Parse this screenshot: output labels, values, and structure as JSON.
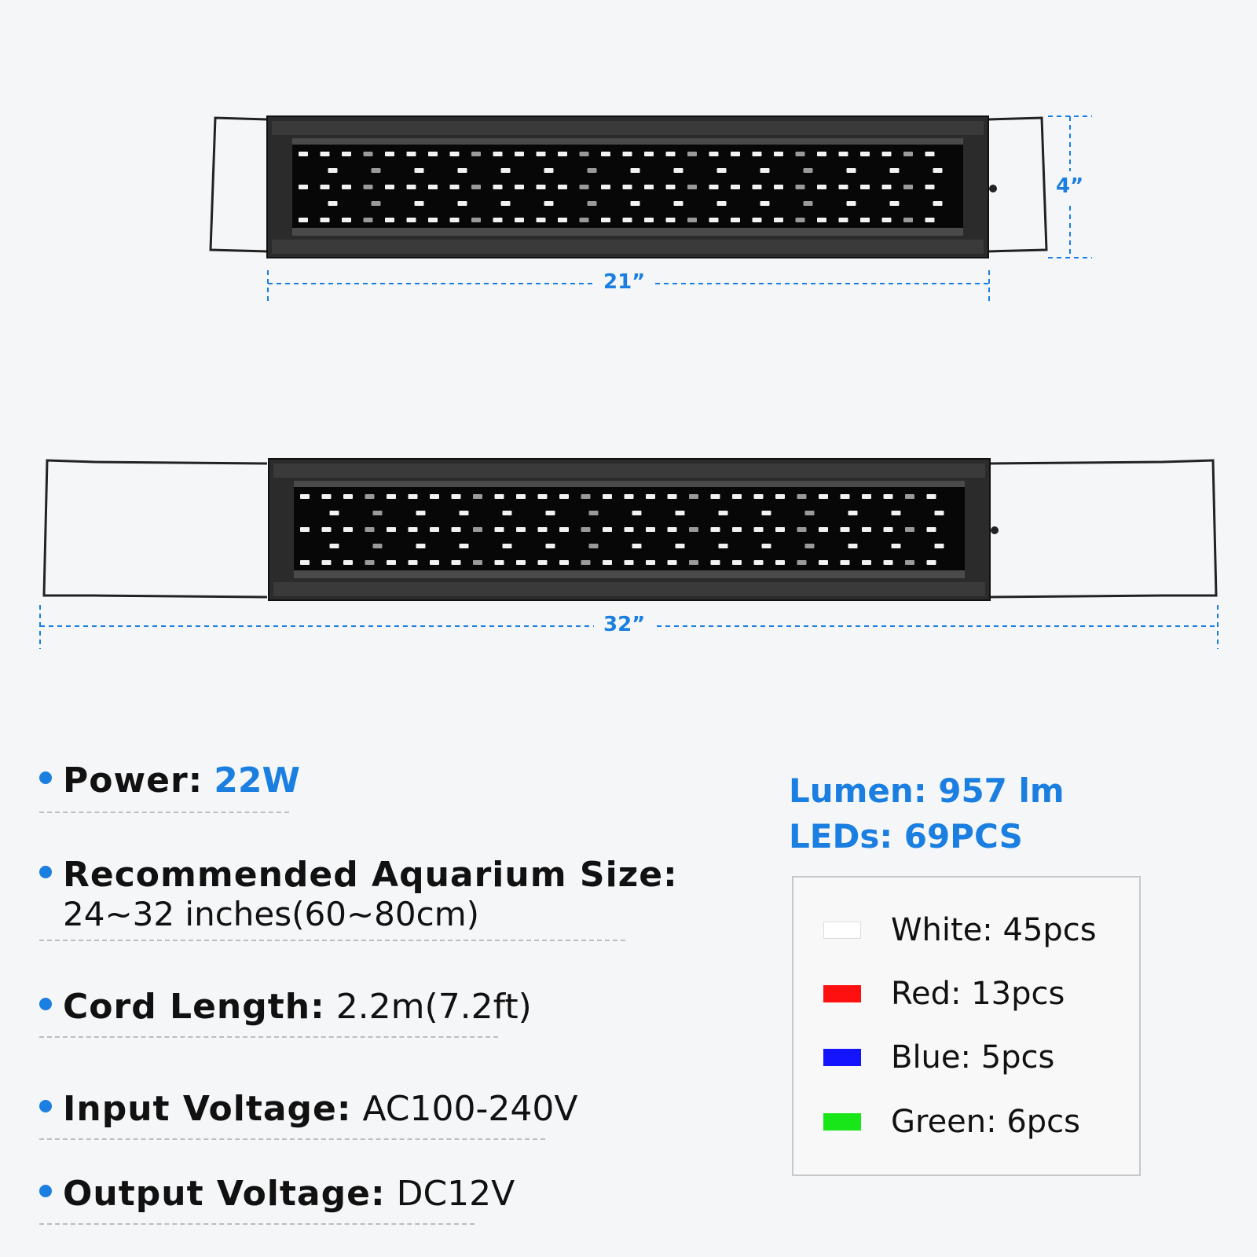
{
  "dimensions": {
    "short_width": "21”",
    "height": "4”",
    "extended_width": "32”"
  },
  "specs": [
    {
      "key": "Power:",
      "value": "22W",
      "value_color": "#1a7fe0"
    },
    {
      "key": "Recommended Aquarium Size:",
      "value": "24~32 inches(60~80cm)"
    },
    {
      "key": "Cord Length:",
      "value": "2.2m(7.2ft)"
    },
    {
      "key": "Input Voltage:",
      "value": "AC100-240V"
    },
    {
      "key": "Output Voltage:",
      "value": "DC12V"
    }
  ],
  "summary": {
    "lumen": "Lumen: 957 lm",
    "leds": "LEDs: 69PCS"
  },
  "legend": [
    {
      "label": "White: 45pcs",
      "color": "#ffffff"
    },
    {
      "label": "Red: 13pcs",
      "color": "#ff1010"
    },
    {
      "label": "Blue: 5pcs",
      "color": "#1414ff"
    },
    {
      "label": "Green: 6pcs",
      "color": "#19e619"
    }
  ],
  "colors": {
    "accent": "#1a7fe0",
    "fixture": "#2a2a2a"
  }
}
